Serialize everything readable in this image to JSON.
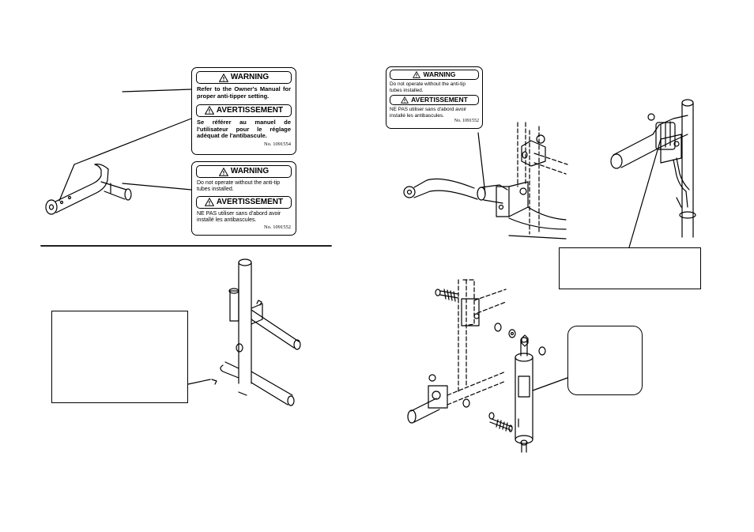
{
  "labels": {
    "label_1091554": {
      "warning_en": "WARNING",
      "text_en": "Refer to the Owner's Manual for proper anti-tipper setting.",
      "warning_fr": "AVERTISSEMENT",
      "text_fr": "Se référer au manuel de l'utilisateur pour le réglage adéquat de l'antibascule.",
      "part_number": "No. 1091554"
    },
    "label_1091552_a": {
      "warning_en": "WARNING",
      "text_en": "Do not operate without the anti-tip tubes installed.",
      "warning_fr": "AVERTISSEMENT",
      "text_fr": "NE PAS utiliser sans d'abord avoir installé les antibascules.",
      "part_number": "No. 1091552"
    },
    "label_1091552_b": {
      "warning_en": "WARNING",
      "text_en": "Do not operate without the anti-tip tubes installed.",
      "warning_fr": "AVERTISSEMENT",
      "text_fr": "NE PAS utiliser sans d'abord avoir installé les antibascules.",
      "part_number": "No. 1091552"
    }
  },
  "icons": {
    "warning": "warning-triangle-icon"
  }
}
